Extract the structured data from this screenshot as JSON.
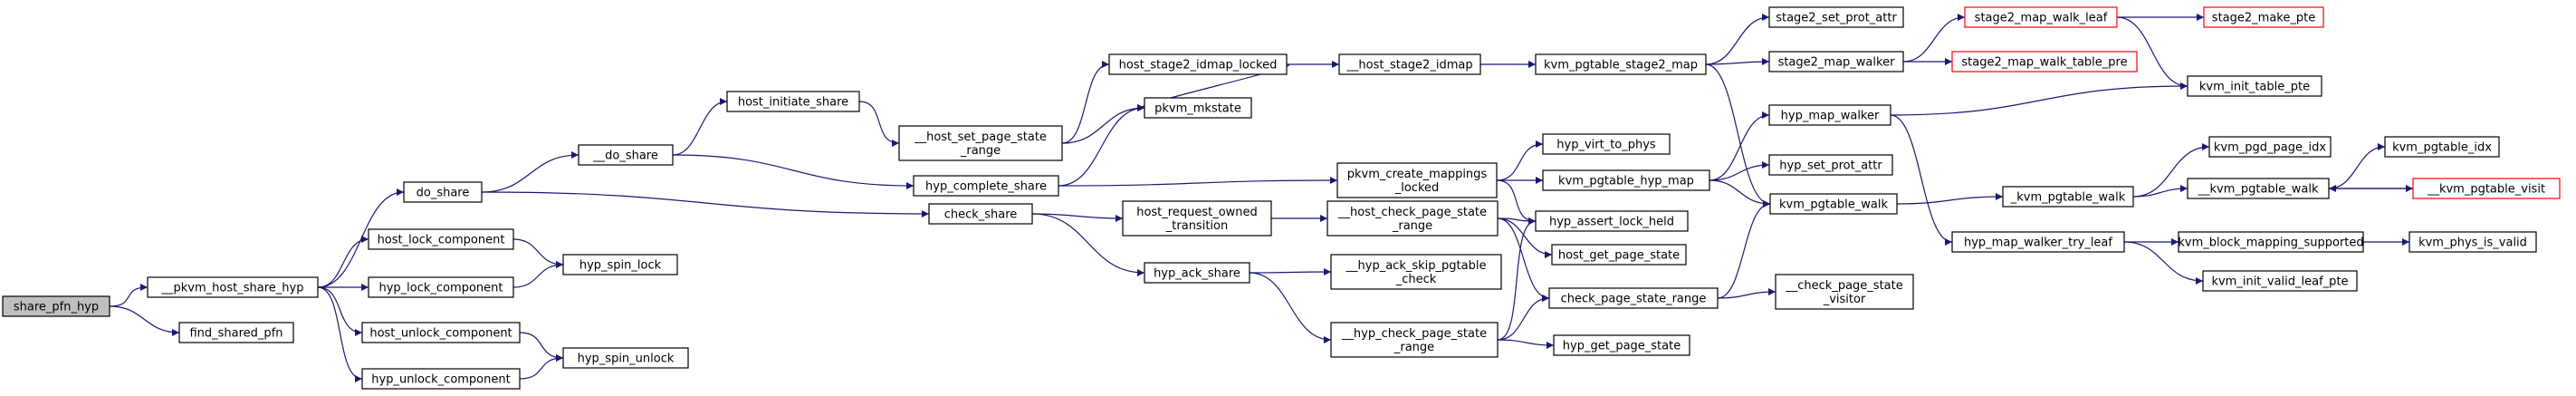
{
  "colors": {
    "edge": "#191970",
    "node_border": "#000000",
    "node_fill": "#ffffff",
    "root_fill": "#bfbfbf",
    "truncated_border": "#ff0000"
  },
  "nodes": {
    "share_pfn_hyp": [
      "share_pfn_hyp"
    ],
    "pkvm_host_share_hyp": [
      "__pkvm_host_share_hyp"
    ],
    "find_shared_pfn": [
      "find_shared_pfn"
    ],
    "do_share": [
      "do_share"
    ],
    "host_lock_component": [
      "host_lock_component"
    ],
    "hyp_lock_component": [
      "hyp_lock_component"
    ],
    "host_unlock_component": [
      "host_unlock_component"
    ],
    "hyp_unlock_component": [
      "hyp_unlock_component"
    ],
    "hyp_spin_lock": [
      "hyp_spin_lock"
    ],
    "hyp_spin_unlock": [
      "hyp_spin_unlock"
    ],
    "do_share_inner": [
      "__do_share"
    ],
    "check_share": [
      "check_share"
    ],
    "host_initiate_share": [
      "host_initiate_share"
    ],
    "hyp_complete_share": [
      "hyp_complete_share"
    ],
    "host_set_page_state_range": [
      "__host_set_page_state",
      "_range"
    ],
    "host_stage2_idmap_locked": [
      "host_stage2_idmap_locked"
    ],
    "pkvm_mkstate": [
      "pkvm_mkstate"
    ],
    "host_stage2_idmap": [
      "__host_stage2_idmap"
    ],
    "host_request_owned_transition": [
      "host_request_owned",
      "_transition"
    ],
    "hyp_ack_share": [
      "hyp_ack_share"
    ],
    "host_check_page_state_range": [
      "__host_check_page_state",
      "_range"
    ],
    "hyp_ack_skip_pgtable_check": [
      "__hyp_ack_skip_pgtable",
      "_check"
    ],
    "hyp_check_page_state_range": [
      "__hyp_check_page_state",
      "_range"
    ],
    "pkvm_create_mappings_locked": [
      "pkvm_create_mappings",
      "_locked"
    ],
    "kvm_pgtable_stage2_map": [
      "kvm_pgtable_stage2_map"
    ],
    "hyp_virt_to_phys": [
      "hyp_virt_to_phys"
    ],
    "kvm_pgtable_hyp_map": [
      "kvm_pgtable_hyp_map"
    ],
    "hyp_assert_lock_held": [
      "hyp_assert_lock_held"
    ],
    "host_get_page_state": [
      "host_get_page_state"
    ],
    "check_page_state_range": [
      "check_page_state_range"
    ],
    "hyp_get_page_state": [
      "hyp_get_page_state"
    ],
    "stage2_set_prot_attr": [
      "stage2_set_prot_attr"
    ],
    "stage2_map_walker": [
      "stage2_map_walker"
    ],
    "hyp_map_walker": [
      "hyp_map_walker"
    ],
    "hyp_set_prot_attr": [
      "hyp_set_prot_attr"
    ],
    "kvm_pgtable_walk": [
      "kvm_pgtable_walk"
    ],
    "check_page_state_visitor": [
      "__check_page_state",
      "_visitor"
    ],
    "hyp_map_walker_try_leaf": [
      "hyp_map_walker_try_leaf"
    ],
    "stage2_map_walk_leaf": [
      "stage2_map_walk_leaf"
    ],
    "stage2_map_walk_table_pre": [
      "stage2_map_walk_table_pre"
    ],
    "stage2_make_pte": [
      "stage2_make_pte"
    ],
    "kvm_init_table_pte": [
      "kvm_init_table_pte"
    ],
    "kvm_pgtable_walk_1": [
      "_kvm_pgtable_walk"
    ],
    "kvm_pgtable_walk_2": [
      "__kvm_pgtable_walk"
    ],
    "kvm_pgd_page_idx": [
      "kvm_pgd_page_idx"
    ],
    "kvm_block_mapping_supported": [
      "kvm_block_mapping_supported"
    ],
    "kvm_init_valid_leaf_pte": [
      "kvm_init_valid_leaf_pte"
    ],
    "kvm_pgtable_idx": [
      "kvm_pgtable_idx"
    ],
    "kvm_pgtable_visit": [
      "__kvm_pgtable_visit"
    ],
    "kvm_phys_is_valid": [
      "kvm_phys_is_valid"
    ]
  },
  "root_node": "share_pfn_hyp",
  "truncated_nodes": [
    "stage2_map_walk_leaf",
    "stage2_map_walk_table_pre",
    "stage2_make_pte",
    "kvm_pgtable_visit"
  ],
  "edges": [
    [
      "share_pfn_hyp",
      "pkvm_host_share_hyp"
    ],
    [
      "share_pfn_hyp",
      "find_shared_pfn"
    ],
    [
      "pkvm_host_share_hyp",
      "do_share"
    ],
    [
      "pkvm_host_share_hyp",
      "host_lock_component"
    ],
    [
      "pkvm_host_share_hyp",
      "hyp_lock_component"
    ],
    [
      "pkvm_host_share_hyp",
      "host_unlock_component"
    ],
    [
      "pkvm_host_share_hyp",
      "hyp_unlock_component"
    ],
    [
      "host_lock_component",
      "hyp_spin_lock"
    ],
    [
      "hyp_lock_component",
      "hyp_spin_lock"
    ],
    [
      "host_unlock_component",
      "hyp_spin_unlock"
    ],
    [
      "hyp_unlock_component",
      "hyp_spin_unlock"
    ],
    [
      "do_share",
      "do_share_inner"
    ],
    [
      "do_share",
      "check_share"
    ],
    [
      "do_share_inner",
      "host_initiate_share"
    ],
    [
      "do_share_inner",
      "hyp_complete_share"
    ],
    [
      "host_initiate_share",
      "host_set_page_state_range"
    ],
    [
      "host_set_page_state_range",
      "host_stage2_idmap_locked"
    ],
    [
      "host_set_page_state_range",
      "pkvm_mkstate"
    ],
    [
      "host_stage2_idmap_locked",
      "pkvm_mkstate"
    ],
    [
      "host_stage2_idmap_locked",
      "host_stage2_idmap"
    ],
    [
      "host_stage2_idmap",
      "kvm_pgtable_stage2_map"
    ],
    [
      "hyp_complete_share",
      "pkvm_mkstate"
    ],
    [
      "hyp_complete_share",
      "pkvm_create_mappings_locked"
    ],
    [
      "check_share",
      "host_request_owned_transition"
    ],
    [
      "check_share",
      "hyp_ack_share"
    ],
    [
      "host_request_owned_transition",
      "host_check_page_state_range"
    ],
    [
      "hyp_ack_share",
      "hyp_ack_skip_pgtable_check"
    ],
    [
      "hyp_ack_share",
      "hyp_check_page_state_range"
    ],
    [
      "host_check_page_state_range",
      "hyp_assert_lock_held"
    ],
    [
      "host_check_page_state_range",
      "host_get_page_state"
    ],
    [
      "host_check_page_state_range",
      "check_page_state_range"
    ],
    [
      "hyp_check_page_state_range",
      "hyp_assert_lock_held"
    ],
    [
      "hyp_check_page_state_range",
      "check_page_state_range"
    ],
    [
      "hyp_check_page_state_range",
      "hyp_get_page_state"
    ],
    [
      "pkvm_create_mappings_locked",
      "hyp_virt_to_phys"
    ],
    [
      "pkvm_create_mappings_locked",
      "kvm_pgtable_hyp_map"
    ],
    [
      "pkvm_create_mappings_locked",
      "hyp_assert_lock_held"
    ],
    [
      "kvm_pgtable_stage2_map",
      "stage2_set_prot_attr"
    ],
    [
      "kvm_pgtable_stage2_map",
      "stage2_map_walker"
    ],
    [
      "kvm_pgtable_stage2_map",
      "kvm_pgtable_walk"
    ],
    [
      "kvm_pgtable_hyp_map",
      "hyp_map_walker"
    ],
    [
      "kvm_pgtable_hyp_map",
      "hyp_set_prot_attr"
    ],
    [
      "kvm_pgtable_hyp_map",
      "kvm_pgtable_walk"
    ],
    [
      "check_page_state_range",
      "kvm_pgtable_walk"
    ],
    [
      "check_page_state_range",
      "check_page_state_visitor"
    ],
    [
      "stage2_map_walker",
      "stage2_map_walk_leaf"
    ],
    [
      "stage2_map_walker",
      "stage2_map_walk_table_pre"
    ],
    [
      "stage2_map_walk_leaf",
      "stage2_make_pte"
    ],
    [
      "stage2_map_walk_leaf",
      "kvm_init_table_pte"
    ],
    [
      "hyp_map_walker",
      "kvm_init_table_pte"
    ],
    [
      "hyp_map_walker",
      "hyp_map_walker_try_leaf"
    ],
    [
      "kvm_pgtable_walk",
      "kvm_pgtable_walk_1"
    ],
    [
      "kvm_pgtable_walk_1",
      "kvm_pgd_page_idx"
    ],
    [
      "kvm_pgtable_walk_1",
      "kvm_pgtable_walk_2"
    ],
    [
      "kvm_pgtable_walk_2",
      "kvm_pgtable_idx"
    ],
    [
      "kvm_pgtable_walk_2",
      "kvm_pgtable_visit"
    ],
    [
      "kvm_pgtable_visit",
      "kvm_pgtable_walk_2"
    ],
    [
      "hyp_map_walker_try_leaf",
      "kvm_block_mapping_supported"
    ],
    [
      "hyp_map_walker_try_leaf",
      "kvm_init_valid_leaf_pte"
    ],
    [
      "kvm_block_mapping_supported",
      "kvm_phys_is_valid"
    ]
  ]
}
